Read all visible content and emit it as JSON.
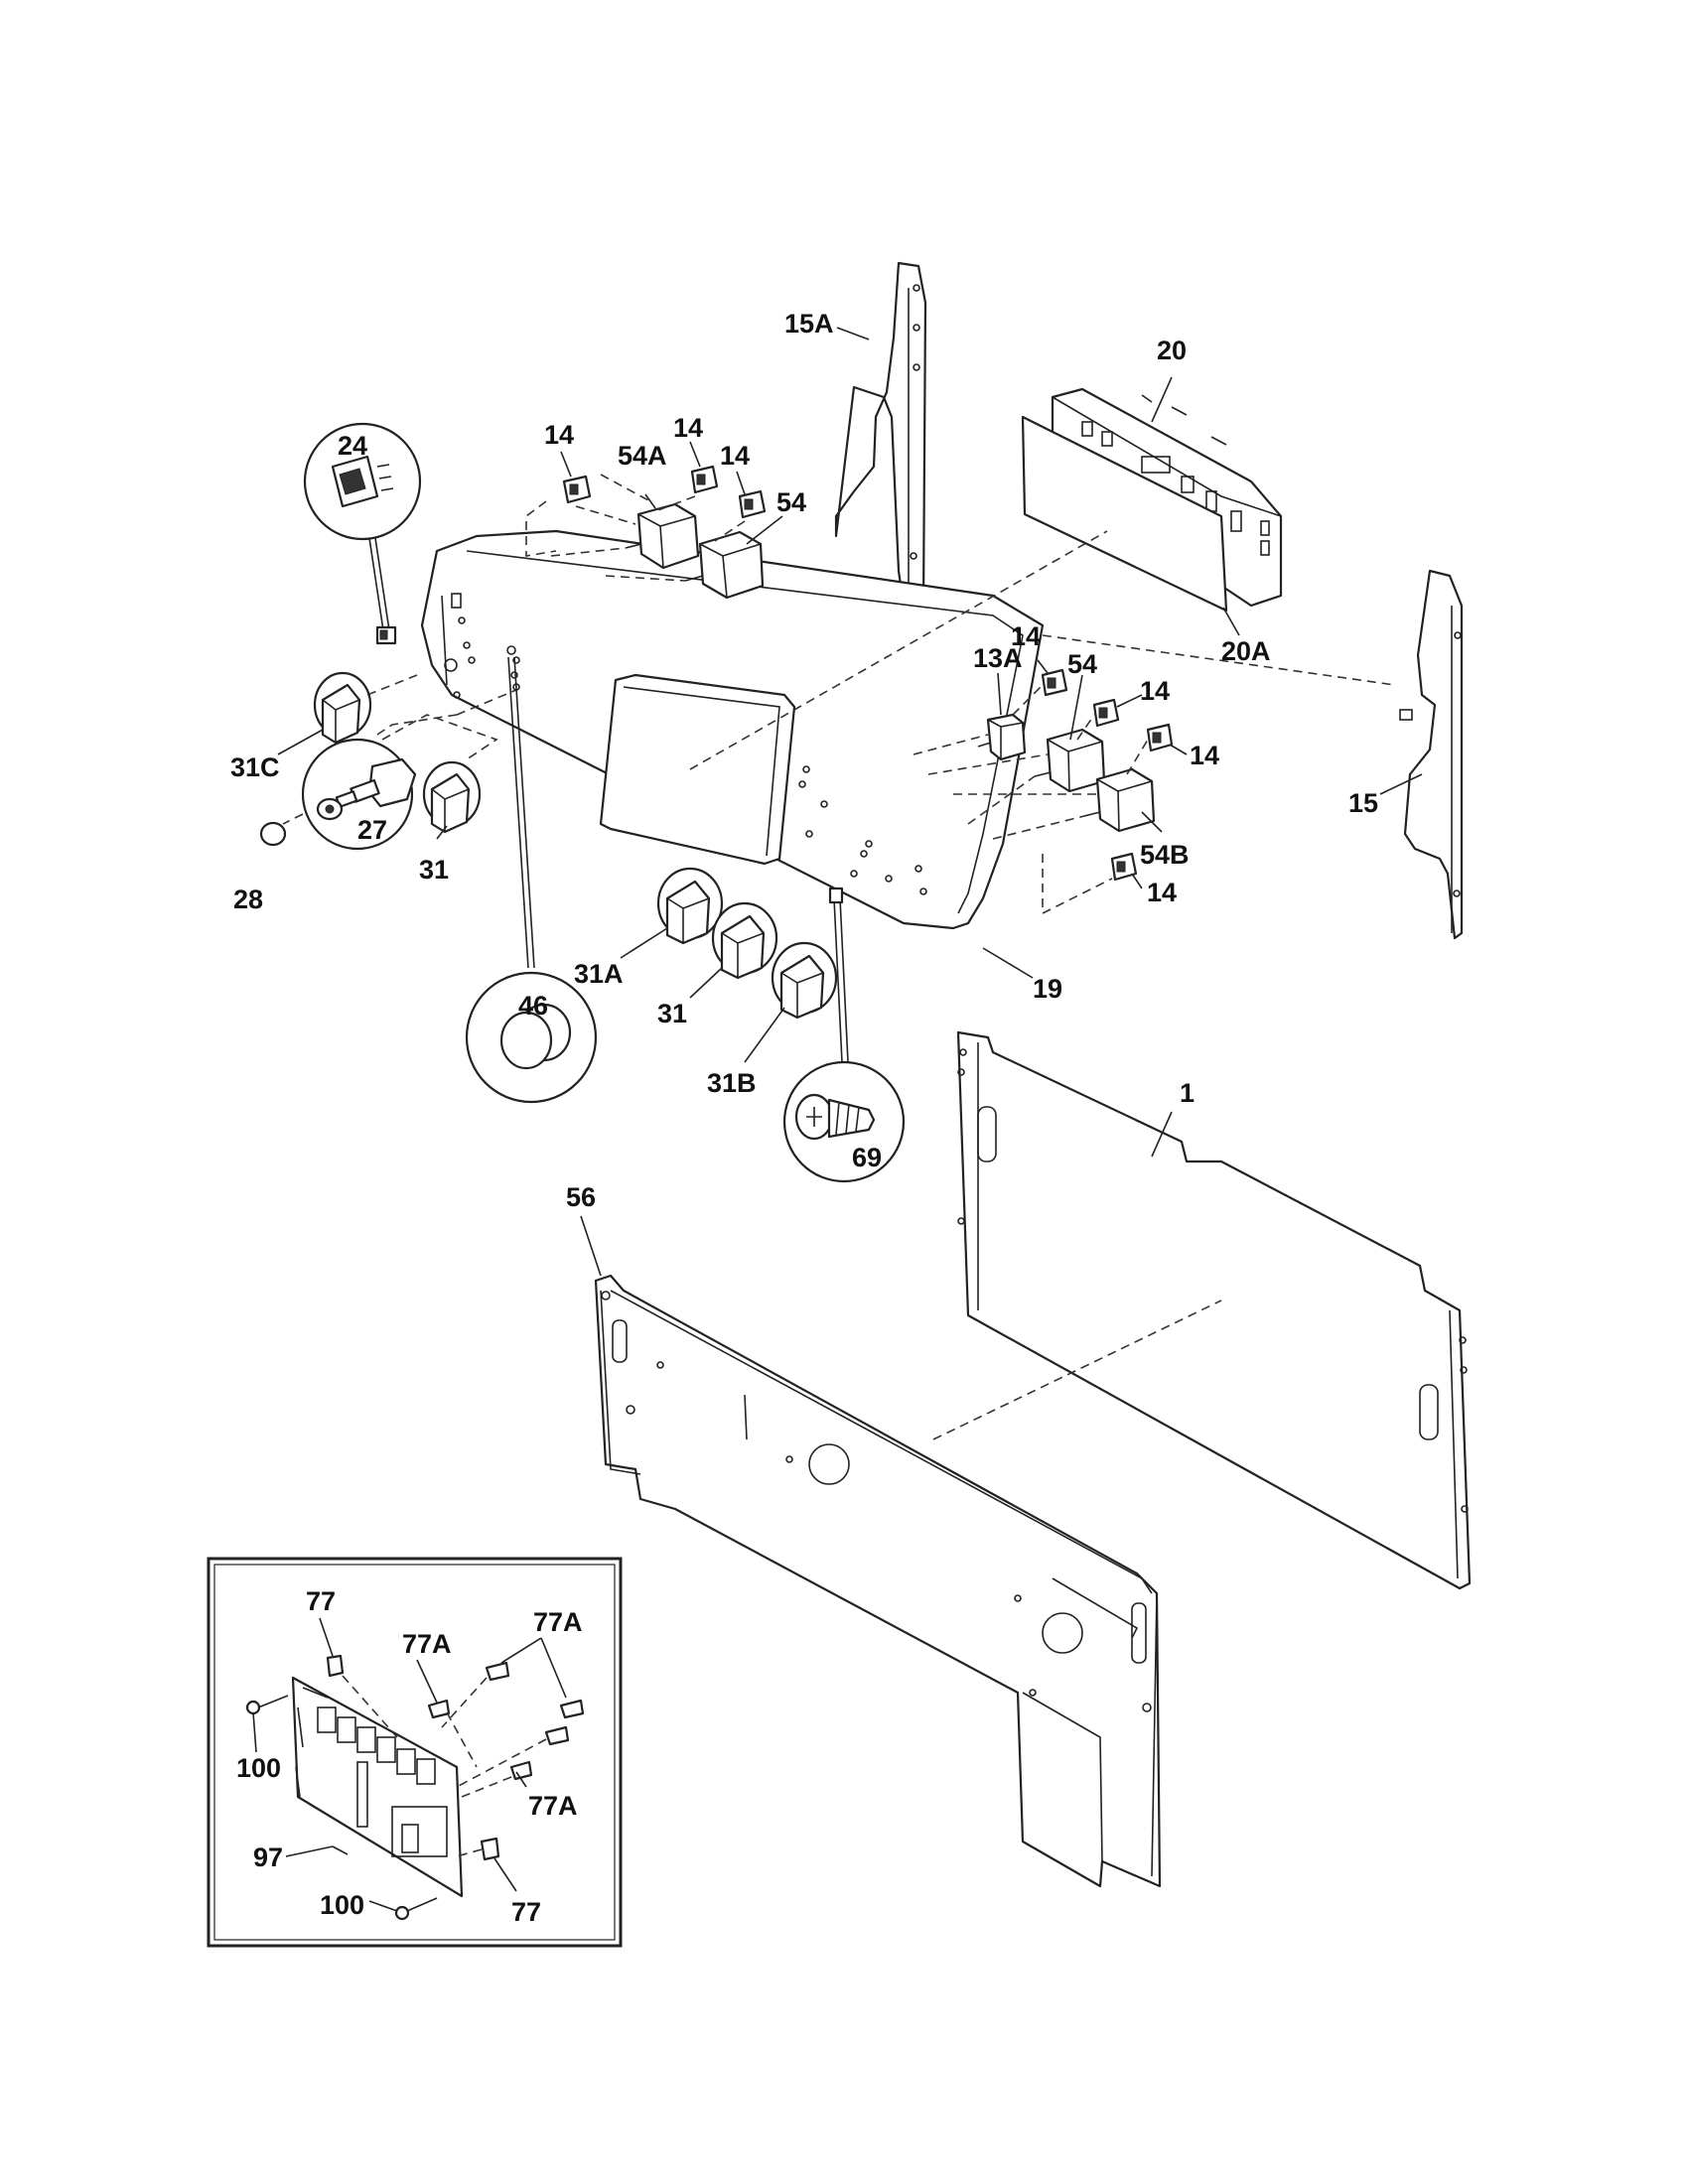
{
  "labels": {
    "p15A": "15A",
    "p20": "20",
    "p20A": "20A",
    "p15": "15",
    "p24": "24",
    "p14a": "14",
    "p14b": "14",
    "p14c": "14",
    "p54A": "54A",
    "p54a": "54",
    "p13A": "13A",
    "p14d": "14",
    "p54b": "54",
    "p14e": "14",
    "p14f": "14",
    "p54B": "54B",
    "p14g": "14",
    "p31C": "31C",
    "p27": "27",
    "p28": "28",
    "p31a": "31",
    "p31A": "31A",
    "p31b": "31",
    "p31B": "31B",
    "p19": "19",
    "p46": "46",
    "p69": "69",
    "p1": "1",
    "p56": "56",
    "p77a": "77",
    "p77Aa": "77A",
    "p77Ab": "77A",
    "p100a": "100",
    "p77Ac": "77A",
    "p97": "97",
    "p100b": "100",
    "p77b": "77"
  }
}
